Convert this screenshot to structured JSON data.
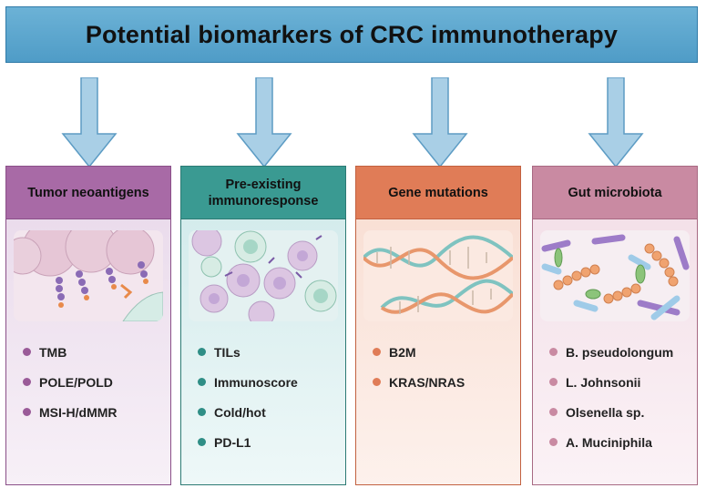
{
  "title": "Potential biomarkers of CRC immunotherapy",
  "columns": [
    {
      "heading_lines": [
        "Tumor neoantigens"
      ],
      "items": [
        "TMB",
        "POLE/POLD",
        "MSI-H/dMMR"
      ],
      "colors": {
        "head": "#a86aa6",
        "border": "#8a4f88",
        "bg_top": "#e8d8ea",
        "bg_bottom": "#f7f0f7",
        "dot": "#9a5a98"
      }
    },
    {
      "heading_lines": [
        "Pre-existing",
        "immunoresponse"
      ],
      "items": [
        "TILs",
        "Immunoscore",
        "Cold/hot",
        "PD-L1"
      ],
      "colors": {
        "head": "#3a9a92",
        "border": "#2c7a74",
        "bg_top": "#cfe9ea",
        "bg_bottom": "#eef8f8",
        "dot": "#2f8e86"
      }
    },
    {
      "heading_lines": [
        "Gene mutations"
      ],
      "items": [
        "B2M",
        "KRAS/NRAS"
      ],
      "colors": {
        "head": "#e07c57",
        "border": "#c26140",
        "bg_top": "#f8dcd0",
        "bg_bottom": "#fdf1ec",
        "dot": "#e07c57"
      }
    },
    {
      "heading_lines": [
        "Gut microbiota"
      ],
      "items": [
        "B. pseudolongum",
        "L. Johnsonii",
        "Olsenella sp.",
        "A. Muciniphila"
      ],
      "colors": {
        "head": "#c98aa2",
        "border": "#a86a83",
        "bg_top": "#f2dde6",
        "bg_bottom": "#fbf2f6",
        "dot": "#c98aa2"
      }
    }
  ],
  "arrow_color": "#a9cfe6",
  "arrow_border": "#5d9cc4"
}
